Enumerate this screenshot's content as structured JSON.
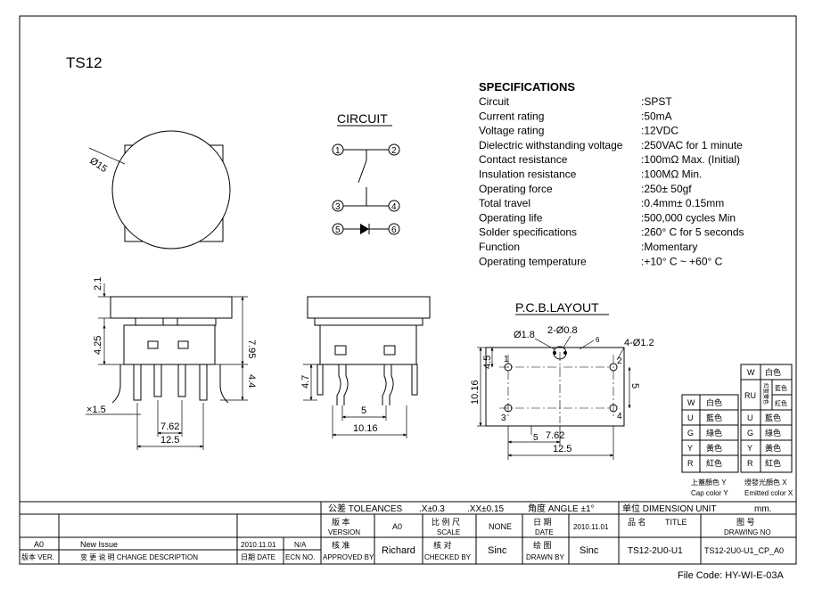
{
  "title": "TS12",
  "circuit": {
    "heading": "CIRCUIT",
    "pins": [
      "1",
      "2",
      "3",
      "4",
      "5",
      "6"
    ]
  },
  "specifications": {
    "heading": "SPECIFICATIONS",
    "rows": [
      {
        "label": "Circuit",
        "value": ":SPST"
      },
      {
        "label": "Current rating",
        "value": ":50mA"
      },
      {
        "label": "Voltage rating",
        "value": ":12VDC"
      },
      {
        "label": "Dielectric withstanding voltage",
        "value": ":250VAC for 1 minute"
      },
      {
        "label": "Contact resistance",
        "value": ":100mΩ   Max. (Initial)"
      },
      {
        "label": "Insulation resistance",
        "value": ":100MΩ   Min."
      },
      {
        "label": "Operating force",
        "value": ":250± 50gf"
      },
      {
        "label": "Total travel",
        "value": ":0.4mm± 0.15mm"
      },
      {
        "label": "Operating life",
        "value": ":500,000 cycles Min"
      },
      {
        "label": "Solder specifications",
        "value": ":260° C for 5 seconds"
      },
      {
        "label": "Function",
        "value": ":Momentary"
      },
      {
        "label": "Operating temperature",
        "value": ":+10° C ~ +60° C"
      }
    ]
  },
  "top_view": {
    "dia": "Ø15"
  },
  "front_view": {
    "dims": {
      "d21": "2.1",
      "d425": "4.25",
      "d795": "7.95",
      "d44": "4.4",
      "d15": "×1.5",
      "d762": "7.62",
      "d125": "12.5"
    }
  },
  "side_view": {
    "dims": {
      "d47": "4.7",
      "d5": "5",
      "d1016": "10.16"
    }
  },
  "pcb": {
    "heading": "P.C.B.LAYOUT",
    "dims": {
      "d18": "Ø1.8",
      "d208": "2-Ø0.8",
      "d6": "6",
      "d412": "4-Ø1.2",
      "d45": "4.5",
      "d1016": "10.16",
      "d5r": "5",
      "d1": "1",
      "d2": "2",
      "d3": "3",
      "d4": "4",
      "d5b": "5",
      "d762": "7.62",
      "d125": "12.5"
    }
  },
  "color_table_left": {
    "rows": [
      {
        "code": "W",
        "name": "白色"
      },
      {
        "code": "U",
        "name": "藍色"
      },
      {
        "code": "G",
        "name": "綠色"
      },
      {
        "code": "Y",
        "name": "黃色"
      },
      {
        "code": "R",
        "name": "紅色"
      }
    ],
    "caption1": "上蓋顏色 Y",
    "caption2": "Cap color Y"
  },
  "color_table_right": {
    "rows": [
      {
        "code": "W",
        "name": "白色"
      },
      {
        "code": "U",
        "name": "藍色"
      },
      {
        "code": "G",
        "name": "綠色"
      },
      {
        "code": "Y",
        "name": "黃色"
      },
      {
        "code": "R",
        "name": "紅色"
      }
    ],
    "ru": "RU",
    "ru_vertical": "紅藍雙色",
    "ru_blue": "藍色",
    "ru_red": "紅色",
    "caption1": "燈發光顏色 X",
    "caption2": "Emitted color X"
  },
  "title_block": {
    "tol_label": "公差 TOLEANCES",
    "tol_x": ".X±0.3",
    "tol_xx": ".XX±0.15",
    "angle": "角度 ANGLE ±1°",
    "unit_label": "单位  DIMENSION UNIT",
    "unit_value": "mm.",
    "version_cn": "版  本",
    "version_en": "VERSION",
    "version_val": "A0",
    "scale_cn": "比 例 尺",
    "scale_en": "SCALE",
    "scale_val": "NONE",
    "date_cn": "日  期",
    "date_en": "DATE",
    "date_val": "2010.11.01",
    "title_cn": "品  名",
    "title_en": "TITLE",
    "drawing_cn": "图  号",
    "drawing_en": "DRAWING NO",
    "title_val": "TS12-2U0-U1",
    "drawing_val": "TS12-2U0-U1_CP_A0",
    "approve_cn": "核  准",
    "approve_en": "APPROVED BY",
    "approve_val": "Richard",
    "check_cn": "核  对",
    "check_en": "CHECKED BY",
    "check_val": "Sinc",
    "drawn_cn": "绘  图",
    "drawn_en": "DRAWN BY",
    "drawn_val": "Sinc",
    "rev_ver": "A0",
    "rev_desc": "New Issue",
    "rev_date": "2010.11.01",
    "rev_ecn": "N/A",
    "hdr_ver": "版本 VER.",
    "hdr_desc": "变  更  说  明   CHANGE DESCRIPTION",
    "hdr_date": "日期 DATE",
    "hdr_ecn": "ECN NO.",
    "file_code": "File Code: HY-WI-E-03A"
  }
}
